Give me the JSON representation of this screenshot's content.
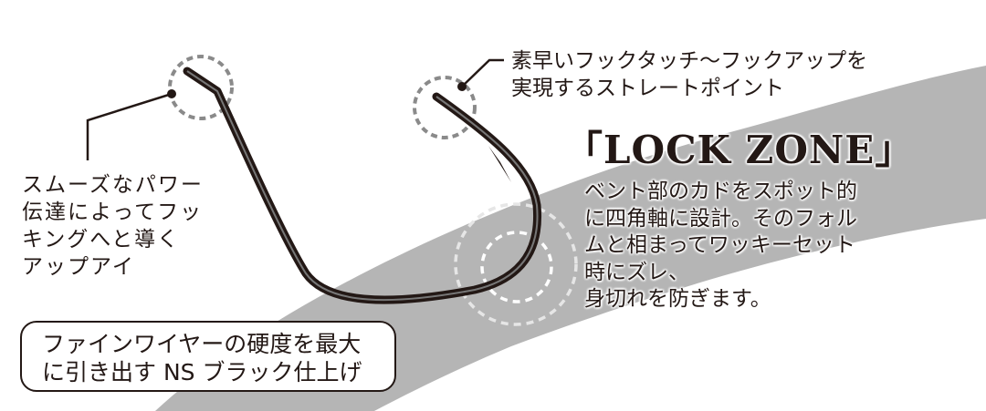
{
  "colors": {
    "band": "#b5b5b5",
    "ink": "#231815",
    "dash_dark": "#8a8a8a",
    "dash_light": "#e6e6e6"
  },
  "top_note": {
    "lines": [
      "素早いフックタッチ〜フックアップを",
      "実現するストレートポイント"
    ]
  },
  "lock_zone": {
    "title": "「LOCK ZONE」",
    "lines": [
      "ベント部のカドをスポット的",
      "に四角軸に設計。そのフォル",
      "ムと相まってワッキーセット",
      "時にズレ、",
      "身切れを防ぎます。"
    ]
  },
  "left_note": {
    "lines": [
      "スムーズなパワー",
      "伝達によってフッ",
      "キングへと導く",
      "アップアイ"
    ]
  },
  "finish_box": {
    "lines": [
      "ファインワイヤーの硬度を最大",
      "に引き出す NS ブラック仕上げ"
    ]
  }
}
